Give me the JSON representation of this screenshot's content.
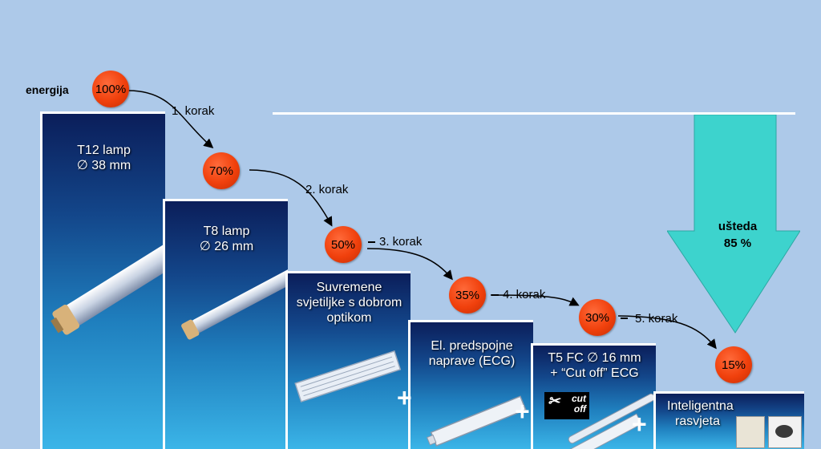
{
  "energy_label": "energija",
  "steps": [
    {
      "line1": "T12 lamp",
      "line2": "∅ 38 mm"
    },
    {
      "line1": "T8 lamp",
      "line2": "∅ 26 mm"
    },
    {
      "line1": "Suvremene",
      "line2": "svjetiljke s dobrom",
      "line3": "optikom"
    },
    {
      "line1": "El. predspojne",
      "line2": "naprave (ECG)"
    },
    {
      "line1": "T5 FC ∅ 16 mm",
      "line2": "+ “Cut off” ECG"
    },
    {
      "line1": "Inteligentna",
      "line2": "rasvjeta"
    }
  ],
  "percentages": [
    "100%",
    "70%",
    "50%",
    "35%",
    "30%",
    "15%"
  ],
  "koraci": [
    "1. korak",
    "2. korak",
    "3. korak",
    "4. korak",
    "5. korak"
  ],
  "plus_sign": "+",
  "cutoff_logo": {
    "line1": "cut",
    "line2": "off"
  },
  "savings": {
    "label": "ušteda",
    "value": "85 %",
    "color": "#3dd3cd"
  },
  "colors": {
    "background": "#adc9e9",
    "circle": "#f0400c",
    "step_top": "#0b1e5a",
    "step_bottom": "#3bb5e8"
  }
}
